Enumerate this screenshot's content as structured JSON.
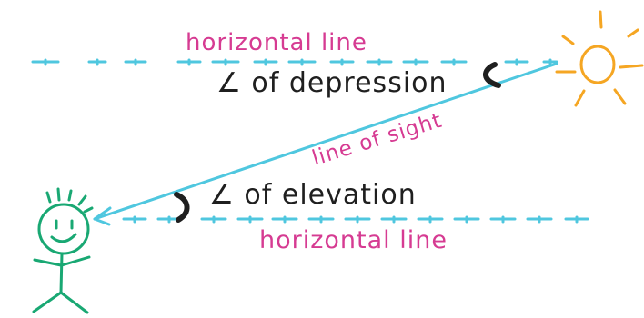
{
  "labels": {
    "top_horizontal": "horizontal line",
    "bottom_horizontal": "horizontal line",
    "line_of_sight": "line of sight",
    "angle_depression": "∠ of depression",
    "angle_elevation": "∠ of elevation"
  },
  "colors": {
    "horizontal_lines": "#4fc7df",
    "line_of_sight": "#4fc7df",
    "labels_pink": "#d63b92",
    "labels_dark": "#1f1f1f",
    "sun": "#f5a623",
    "person": "#19a873",
    "angle_arcs": "#1f1f1f"
  },
  "icons": {
    "sun": "sun-icon",
    "person": "stick-figure-icon"
  }
}
